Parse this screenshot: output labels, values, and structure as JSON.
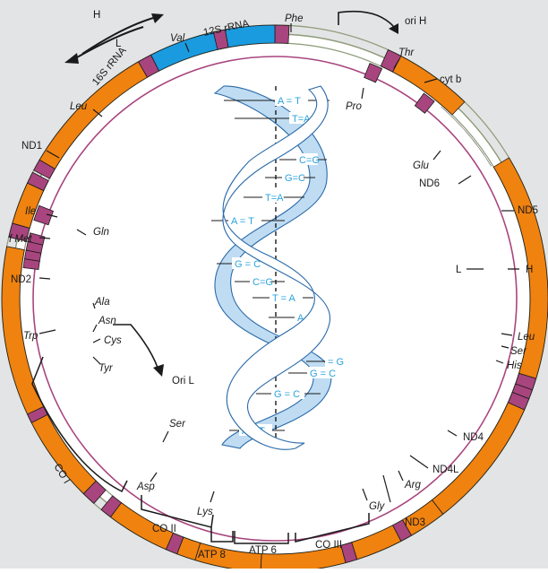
{
  "colors": {
    "background": "#e3e4e5",
    "protein_gene": "#f0820f",
    "rrna_gene": "#1a9be0",
    "trna_gene": "#a8457e",
    "noncoding": "#ffffff",
    "inner_ring": "#a8457e",
    "helix_fill": "#bfdcf3",
    "helix_stroke": "#2a6aa8",
    "base_pair_text": "#2aa3dc",
    "outline": "#1a1a1a"
  },
  "strands": {
    "heavy": "H",
    "light": "L"
  },
  "origins": {
    "heavy": "ori H",
    "light": "Ori L"
  },
  "genes": [
    {
      "id": "phe",
      "label": "Phe",
      "kind": "trna"
    },
    {
      "id": "thr",
      "label": "Thr",
      "kind": "trna"
    },
    {
      "id": "pro",
      "label": "Pro",
      "kind": "trna"
    },
    {
      "id": "cytb",
      "label": "cyt b",
      "kind": "protein"
    },
    {
      "id": "glu",
      "label": "Glu",
      "kind": "trna"
    },
    {
      "id": "nd6",
      "label": "ND6",
      "kind": "protein"
    },
    {
      "id": "nd5",
      "label": "ND5",
      "kind": "protein"
    },
    {
      "id": "leu2",
      "label": "Leu",
      "kind": "trna"
    },
    {
      "id": "ser2",
      "label": "Ser",
      "kind": "trna"
    },
    {
      "id": "his",
      "label": "His",
      "kind": "trna"
    },
    {
      "id": "nd4",
      "label": "ND4",
      "kind": "protein"
    },
    {
      "id": "nd4l",
      "label": "ND4L",
      "kind": "protein"
    },
    {
      "id": "arg",
      "label": "Arg",
      "kind": "trna"
    },
    {
      "id": "nd3",
      "label": "ND3",
      "kind": "protein"
    },
    {
      "id": "gly",
      "label": "Gly",
      "kind": "trna"
    },
    {
      "id": "co3",
      "label": "CO III",
      "kind": "protein"
    },
    {
      "id": "atp6",
      "label": "ATP 6",
      "kind": "protein"
    },
    {
      "id": "atp8",
      "label": "ATP 8",
      "kind": "protein"
    },
    {
      "id": "lys",
      "label": "Lys",
      "kind": "trna"
    },
    {
      "id": "co2",
      "label": "CO II",
      "kind": "protein"
    },
    {
      "id": "asp",
      "label": "Asp",
      "kind": "trna"
    },
    {
      "id": "ser1",
      "label": "Ser",
      "kind": "trna"
    },
    {
      "id": "co1",
      "label": "CO I",
      "kind": "protein"
    },
    {
      "id": "tyr",
      "label": "Tyr",
      "kind": "trna"
    },
    {
      "id": "cys",
      "label": "Cys",
      "kind": "trna"
    },
    {
      "id": "asn",
      "label": "Asn",
      "kind": "trna"
    },
    {
      "id": "ala",
      "label": "Ala",
      "kind": "trna"
    },
    {
      "id": "trp",
      "label": "Trp",
      "kind": "trna"
    },
    {
      "id": "nd2",
      "label": "ND2",
      "kind": "protein"
    },
    {
      "id": "fmet",
      "label": "f Met",
      "kind": "trna"
    },
    {
      "id": "gln",
      "label": "Gln",
      "kind": "trna"
    },
    {
      "id": "ile",
      "label": "Ile",
      "kind": "trna"
    },
    {
      "id": "nd1",
      "label": "ND1",
      "kind": "protein"
    },
    {
      "id": "leu1",
      "label": "Leu",
      "kind": "trna"
    },
    {
      "id": "r16s",
      "label": "16S rRNA",
      "kind": "rrna"
    },
    {
      "id": "val",
      "label": "Val",
      "kind": "trna"
    },
    {
      "id": "r12s",
      "label": "12S rRNA",
      "kind": "rrna"
    }
  ],
  "base_pairs": [
    "A = T",
    "T=A",
    "C=G",
    "G=C",
    "T=A",
    "A = T",
    "G = C",
    "C=G",
    "T = A",
    "A = T",
    "= G",
    "G = C",
    "G = C",
    "A = T"
  ]
}
